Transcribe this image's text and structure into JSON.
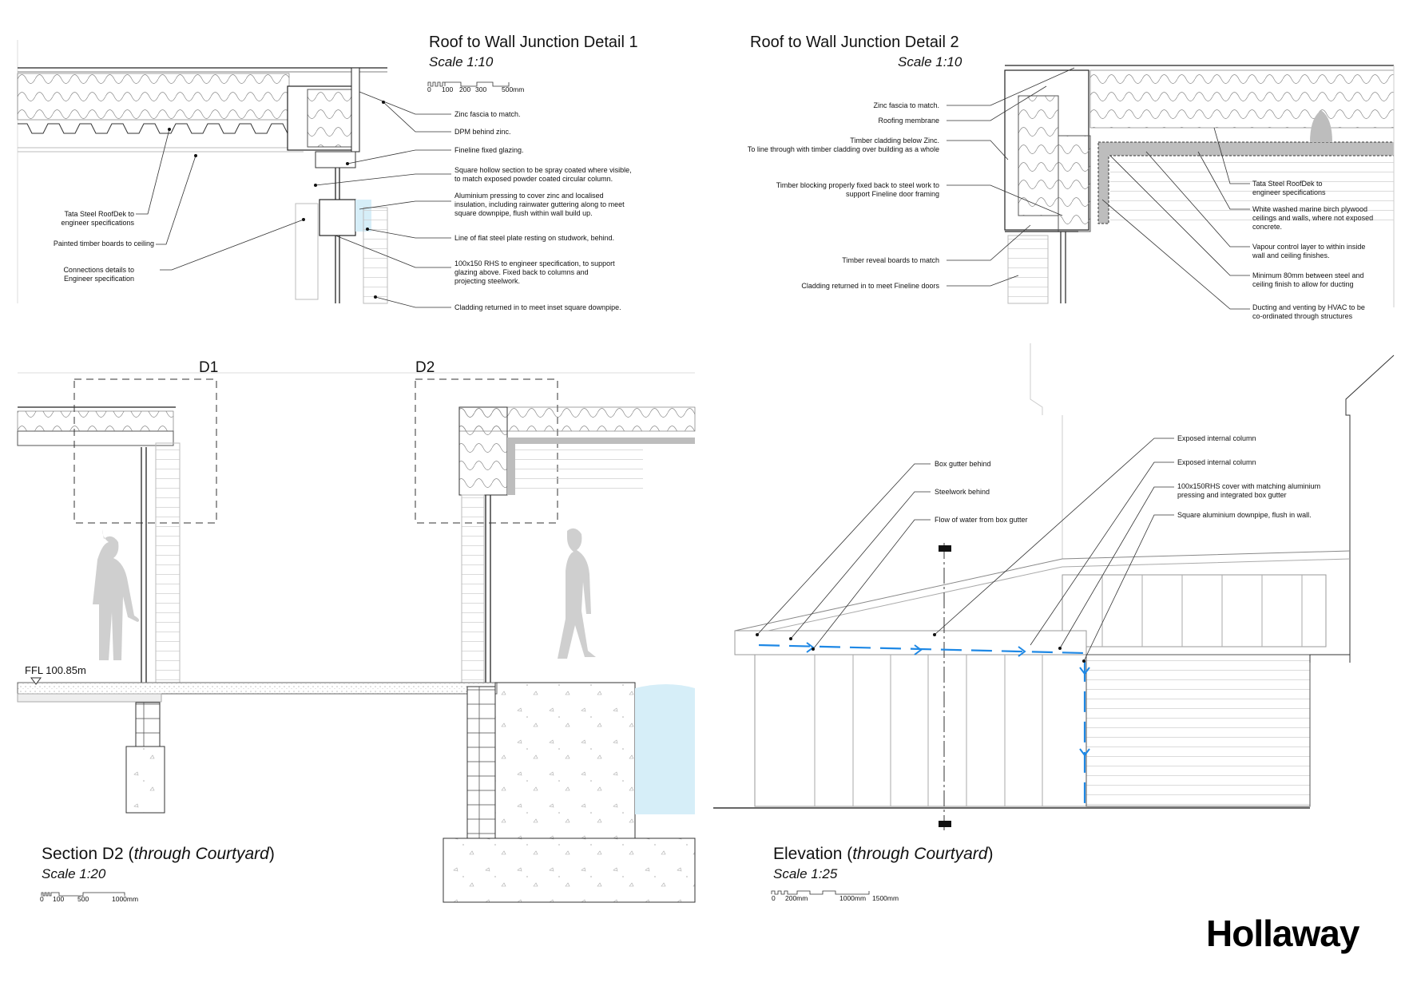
{
  "brand": {
    "logo": "Hollaway"
  },
  "detail1": {
    "title": "Roof to Wall Junction Detail 1",
    "scale": "Scale 1:10",
    "scale_bar": [
      "0",
      "100",
      "200",
      "300",
      "500mm"
    ],
    "notes_right": [
      "Zinc fascia to match.",
      "DPM behind zinc.",
      "Fineline fixed glazing.",
      "Square hollow section to be spray coated where visible,\nto match exposed powder coated circular column.",
      "Aluminium pressing to cover zinc and localised\ninsulation, including rainwater guttering along to meet\nsquare downpipe, flush within wall build up.",
      "Line of flat steel plate resting on studwork, behind.",
      "100x150 RHS to engineer specification, to support\nglazing above. Fixed back to columns and\nprojecting steelwork.",
      "Cladding returned in to meet inset square downpipe."
    ],
    "notes_left": [
      "Tata Steel RoofDek to\nengineer specifications",
      "Painted timber boards to ceiling",
      "Connections details to\nEngineer specification"
    ]
  },
  "detail2": {
    "title": "Roof to Wall Junction Detail 2",
    "scale": "Scale 1:10",
    "notes_left": [
      "Zinc fascia to match.",
      "Roofing membrane",
      "Timber cladding below Zinc.\nTo line through with timber cladding over building as a whole",
      "Timber blocking properly fixed back to steel work to\nsupport Fineline door framing",
      "Timber reveal boards to match",
      "Cladding returned in to meet Fineline doors"
    ],
    "notes_right": [
      "Tata Steel RoofDek to\nengineer specifications",
      "White washed marine birch plywood\nceilings and walls, where not exposed\nconcrete.",
      "Vapour control layer to within inside\nwall and ceiling finishes.",
      "Minimum 80mm between steel and\nceiling finish to allow for ducting",
      "Ducting and venting by HVAC to be\nco-ordinated through structures"
    ]
  },
  "section": {
    "title_main": "Section D2 (",
    "title_italic": "through Courtyard",
    "title_end": ")",
    "scale": "Scale 1:20",
    "scale_bar": [
      "0",
      "100",
      "500",
      "1000mm"
    ],
    "callouts": [
      "D1",
      "D2"
    ],
    "level_label": "FFL 100.85m"
  },
  "elevation": {
    "title_main": "Elevation (",
    "title_italic": "through Courtyard",
    "title_end": ")",
    "scale": "Scale 1:25",
    "scale_bar": [
      "0",
      "200mm",
      "1000mm",
      "1500mm"
    ],
    "notes_left": [
      "Box gutter behind",
      "Steelwork behind",
      "Flow of water from box gutter"
    ],
    "notes_right": [
      "Exposed internal column",
      "Exposed internal column",
      "100x150RHS cover with matching aluminium\npressing and integrated box gutter",
      "Square aluminium downpipe, flush in wall."
    ],
    "water_flow_color": "#1e88e5"
  },
  "colors": {
    "line": "#333333",
    "light_line": "#bbbbbb",
    "water_blue": "#1e88e5",
    "glass_blue": "#d6eef8",
    "ducting_grey": "#bdbdbd"
  }
}
